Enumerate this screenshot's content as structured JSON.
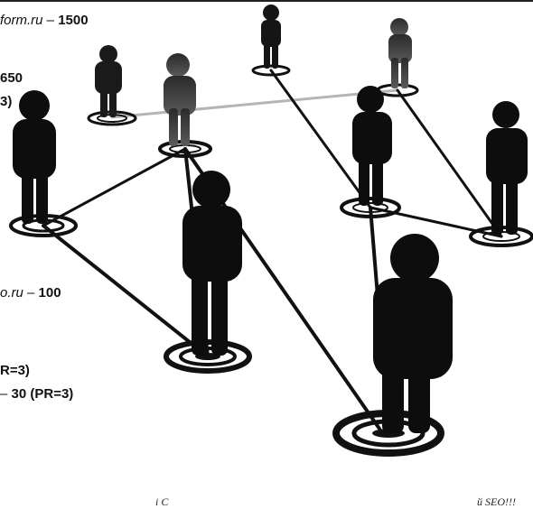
{
  "labels": {
    "label_1": {
      "site": "form.ru",
      "dash": " – ",
      "count": "1500"
    },
    "label_2": {
      "count": "650"
    },
    "label_3": {
      "text": "3)"
    },
    "label_4": {
      "site": "o.ru",
      "dash": " – ",
      "count": "100"
    },
    "label_5": {
      "text": "R=3)"
    },
    "label_6": {
      "dash": "– ",
      "text": "30 (PR=3)"
    }
  },
  "caption": {
    "left": "і С",
    "right": "й SEO!!!"
  },
  "colors": {
    "figure": "#0d0d0d",
    "figure_far": "#2a2a2a",
    "link_line": "#111111",
    "link_line_light": "#b5b5b5",
    "background": "#ffffff"
  }
}
